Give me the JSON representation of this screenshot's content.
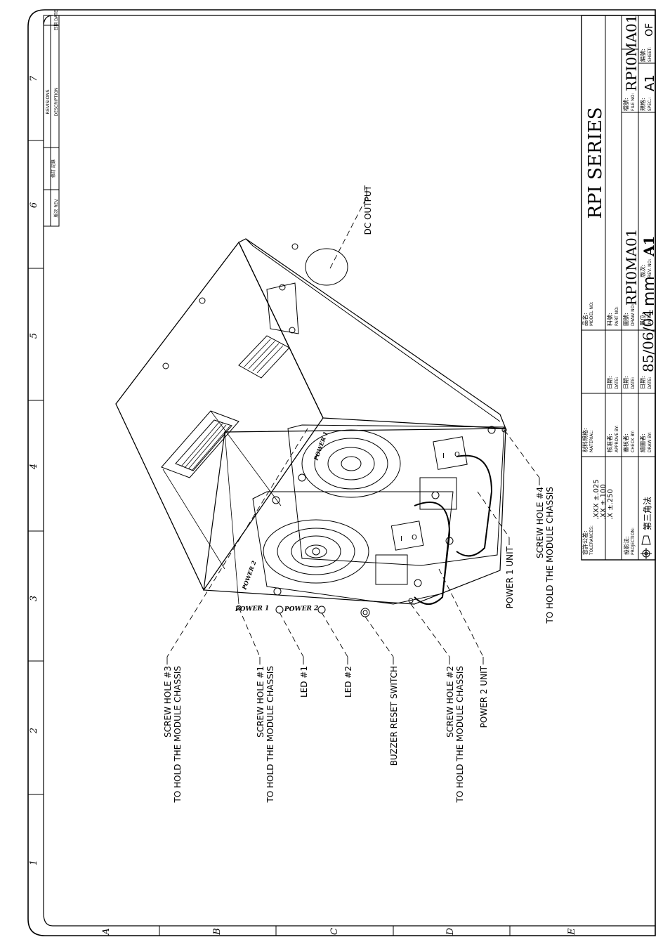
{
  "border": {
    "columns": [
      "1",
      "2",
      "3",
      "4",
      "5",
      "6",
      "7"
    ],
    "rows": [
      "A",
      "B",
      "C",
      "D",
      "E"
    ]
  },
  "revisions": {
    "title": "REVISIONS",
    "rev_label": "版次 REV.",
    "desc_cn": "修訂 記錄",
    "desc_label": "DESCRIPTION",
    "date_label": "日期 DATE"
  },
  "callouts": {
    "dc_output": "DC OUTPUT",
    "screw3_line1": "SCREW HOLE #3",
    "screw3_line2": "TO HOLD THE MODULE CHASSIS",
    "screw1_line1": "SCREW HOLE #1",
    "screw1_line2": "TO HOLD THE MODULE CHASSIS",
    "led1": "LED #1",
    "led2": "LED #2",
    "buzzer": "BUZZER RESET SWITCH",
    "screw2_line1": "SCREW HOLE #2",
    "screw2_line2": "TO HOLD THE MODULE CHASSIS",
    "power2_unit": "POWER 2 UNIT",
    "power1_unit": "POWER 1 UNIT",
    "screw4_line1": "SCREW HOLE #4",
    "screw4_line2": "TO HOLD THE MODULE CHASSIS"
  },
  "device_labels": {
    "panel_power1": "POWER 1",
    "panel_power2": "POWER 2",
    "module_power2": "POWER 2",
    "module_power1": "POWER 1",
    "switch_on": "I",
    "switch_off": "O"
  },
  "title_block": {
    "tolerances_cn": "容許公差:",
    "tolerances_en": "TOLERANCES:",
    "tol_xxx": ".XXX ±.025",
    "tol_xx": ".XX ±.100",
    "tol_x": ".X ±.250",
    "projection_cn": "投影法:",
    "projection_en": "PROJECTION:",
    "projection_value": "第三角法",
    "material_cn": "材料規格:",
    "material_en": "MATERIAL:",
    "approve_cn": "核准者:",
    "approve_en": "APPROVE BY:",
    "check_cn": "審核者:",
    "check_en": "CHECK BY:",
    "draw_cn": "繪圖者:",
    "draw_en": "DRAW BY:",
    "date1_cn": "日期:",
    "date1_en": "DATE:",
    "date2_cn": "日期:",
    "date2_en": "DATE:",
    "date3_cn": "日期:",
    "date3_en": "DATE:",
    "date_value": "85/06/04",
    "model_cn": "品名:",
    "model_en": "MODEL NO:",
    "model_value": "RPI SERIES",
    "part_cn": "料號:",
    "part_en": "PART NO:",
    "drawno_cn": "圖號:",
    "drawno_en": "DRAW NO:",
    "drawno_value": "RPI0MA01",
    "units_cn": "單位:",
    "units_en": "UNITS:",
    "units_value": "mm",
    "fileno_cn": "檔號:",
    "fileno_en": "FILE NO:",
    "fileno_value": "RPI0MA01",
    "rev_cn": "版次:",
    "rev_en": "REV. NO:",
    "rev_value": "A1",
    "spec_cn": "規格:",
    "spec_en": "SPEC.:",
    "spec_value": "A1",
    "sheet_cn": "編號:",
    "sheet_en": "SHEET:",
    "sheet_value": "OF"
  }
}
